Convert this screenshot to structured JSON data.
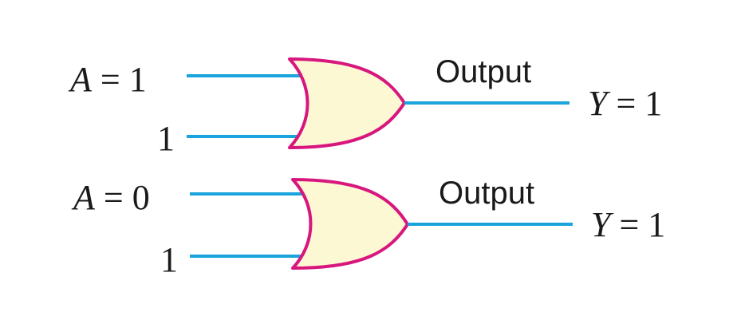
{
  "colors": {
    "wire": "#1ba3dc",
    "gate_outline": "#d8177e",
    "gate_fill": "#fdf8d4",
    "text": "#1a1a1a"
  },
  "gates": [
    {
      "gate_type": "OR",
      "input_a_var": "A",
      "input_a_rest": " = 1",
      "input_b": "1",
      "output_label": "Output",
      "output_var": "Y",
      "output_rest": " = 1"
    },
    {
      "gate_type": "OR",
      "input_a_var": "A",
      "input_a_rest": " = 0",
      "input_b": "1",
      "output_label": "Output",
      "output_var": "Y",
      "output_rest": " = 1"
    }
  ]
}
